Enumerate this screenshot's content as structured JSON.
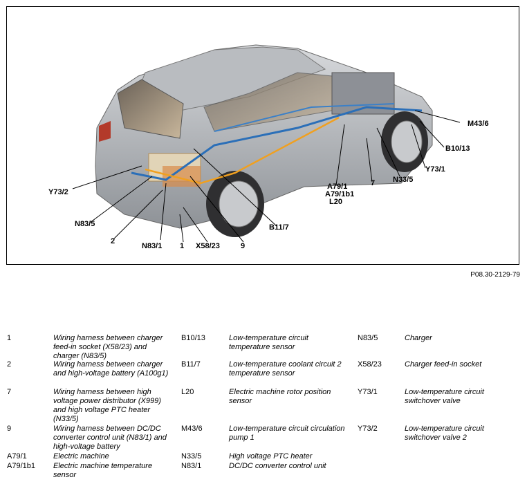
{
  "figure": {
    "reference": "P08.30-2129-79",
    "callouts": [
      "M43/6",
      "B10/13",
      "Y73/1",
      "N33/5",
      "7",
      "A79/1",
      "A79/1b1",
      "L20",
      "B11/7",
      "9",
      "X58/23",
      "1",
      "N83/1",
      "2",
      "N83/5",
      "Y73/2"
    ]
  },
  "legend": {
    "col1": [
      {
        "code": "1",
        "desc": "Wiring harness between charger feed-in socket (X58/23) and charger (N83/5)"
      },
      {
        "code": "2",
        "desc": "Wiring harness between charger and high-voltage battery (A100g1)"
      },
      {
        "code": "7",
        "desc": "Wiring harness between high voltage power distributor (X999) and high voltage PTC heater (N33/5)"
      },
      {
        "code": "9",
        "desc": "Wiring harness between DC/DC converter control unit (N83/1) and high-voltage battery"
      },
      {
        "code": "A79/1",
        "desc": "Electric machine"
      },
      {
        "code": "A79/1b1",
        "desc": "Electric machine temperature sensor"
      }
    ],
    "col2": [
      {
        "code": "B10/13",
        "desc": "Low-temperature circuit temperature sensor"
      },
      {
        "code": "B11/7",
        "desc": "Low-temperature coolant circuit 2 temperature sensor"
      },
      {
        "code": "L20",
        "desc": "Electric machine rotor position sensor"
      },
      {
        "code": "M43/6",
        "desc": "Low-temperature circuit circulation pump 1"
      },
      {
        "code": "N33/5",
        "desc": "High voltage PTC heater"
      },
      {
        "code": "N83/1",
        "desc": "DC/DC converter control unit"
      }
    ],
    "col3": [
      {
        "code": "N83/5",
        "desc": "Charger"
      },
      {
        "code": "X58/23",
        "desc": "Charger feed-in socket"
      },
      {
        "code": "Y73/1",
        "desc": "Low-temperature circuit switchover valve"
      },
      {
        "code": "Y73/2",
        "desc": "Low-temperature circuit switchover valve 2"
      }
    ]
  }
}
